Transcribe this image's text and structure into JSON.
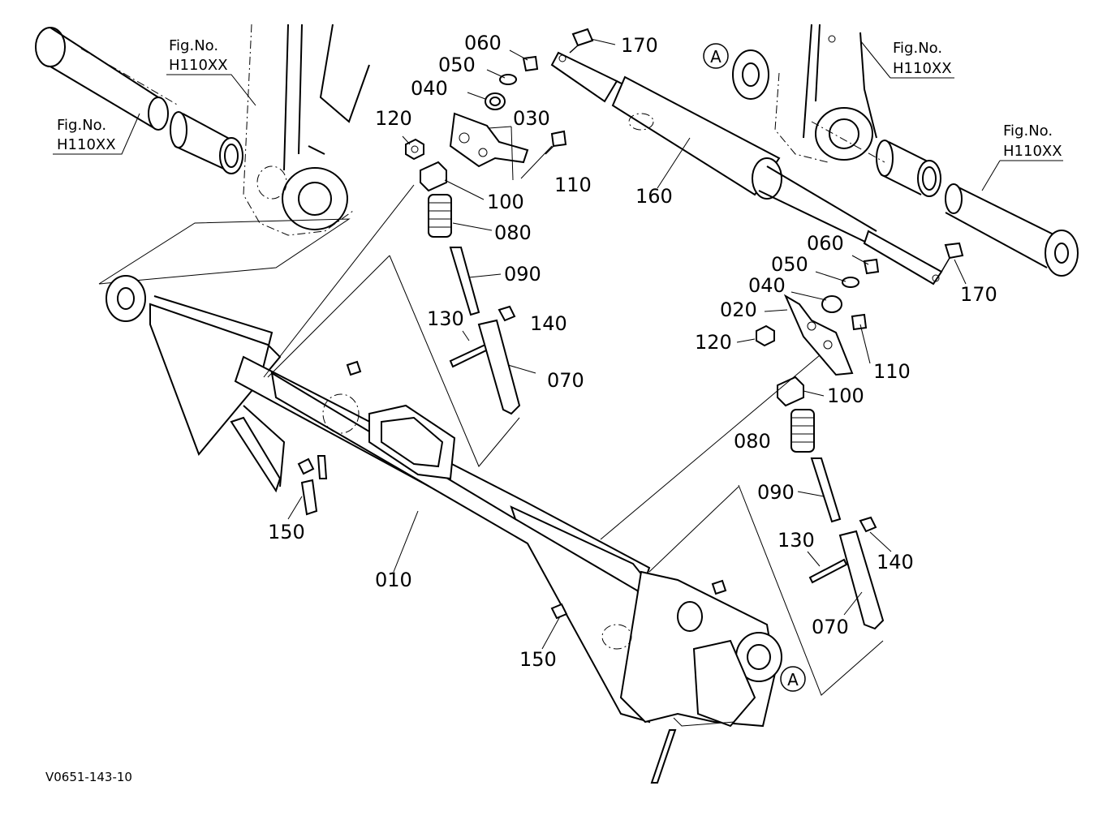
{
  "drawing_code": "V0651-143-10",
  "fig_refs": [
    {
      "prefix": "Fig.No.",
      "number": "H110XX"
    },
    {
      "prefix": "Fig.No.",
      "number": "H110XX"
    },
    {
      "prefix": "Fig.No.",
      "number": "H110XX"
    },
    {
      "prefix": "Fig.No.",
      "number": "H110XX"
    }
  ],
  "view_markers": [
    "A",
    "A"
  ],
  "callouts": [
    "060",
    "050",
    "040",
    "030",
    "120",
    "110",
    "100",
    "080",
    "090",
    "130",
    "140",
    "070",
    "170",
    "160",
    "060",
    "050",
    "040",
    "020",
    "120",
    "110",
    "100",
    "080",
    "090",
    "130",
    "140",
    "070",
    "170",
    "150",
    "150",
    "010"
  ]
}
